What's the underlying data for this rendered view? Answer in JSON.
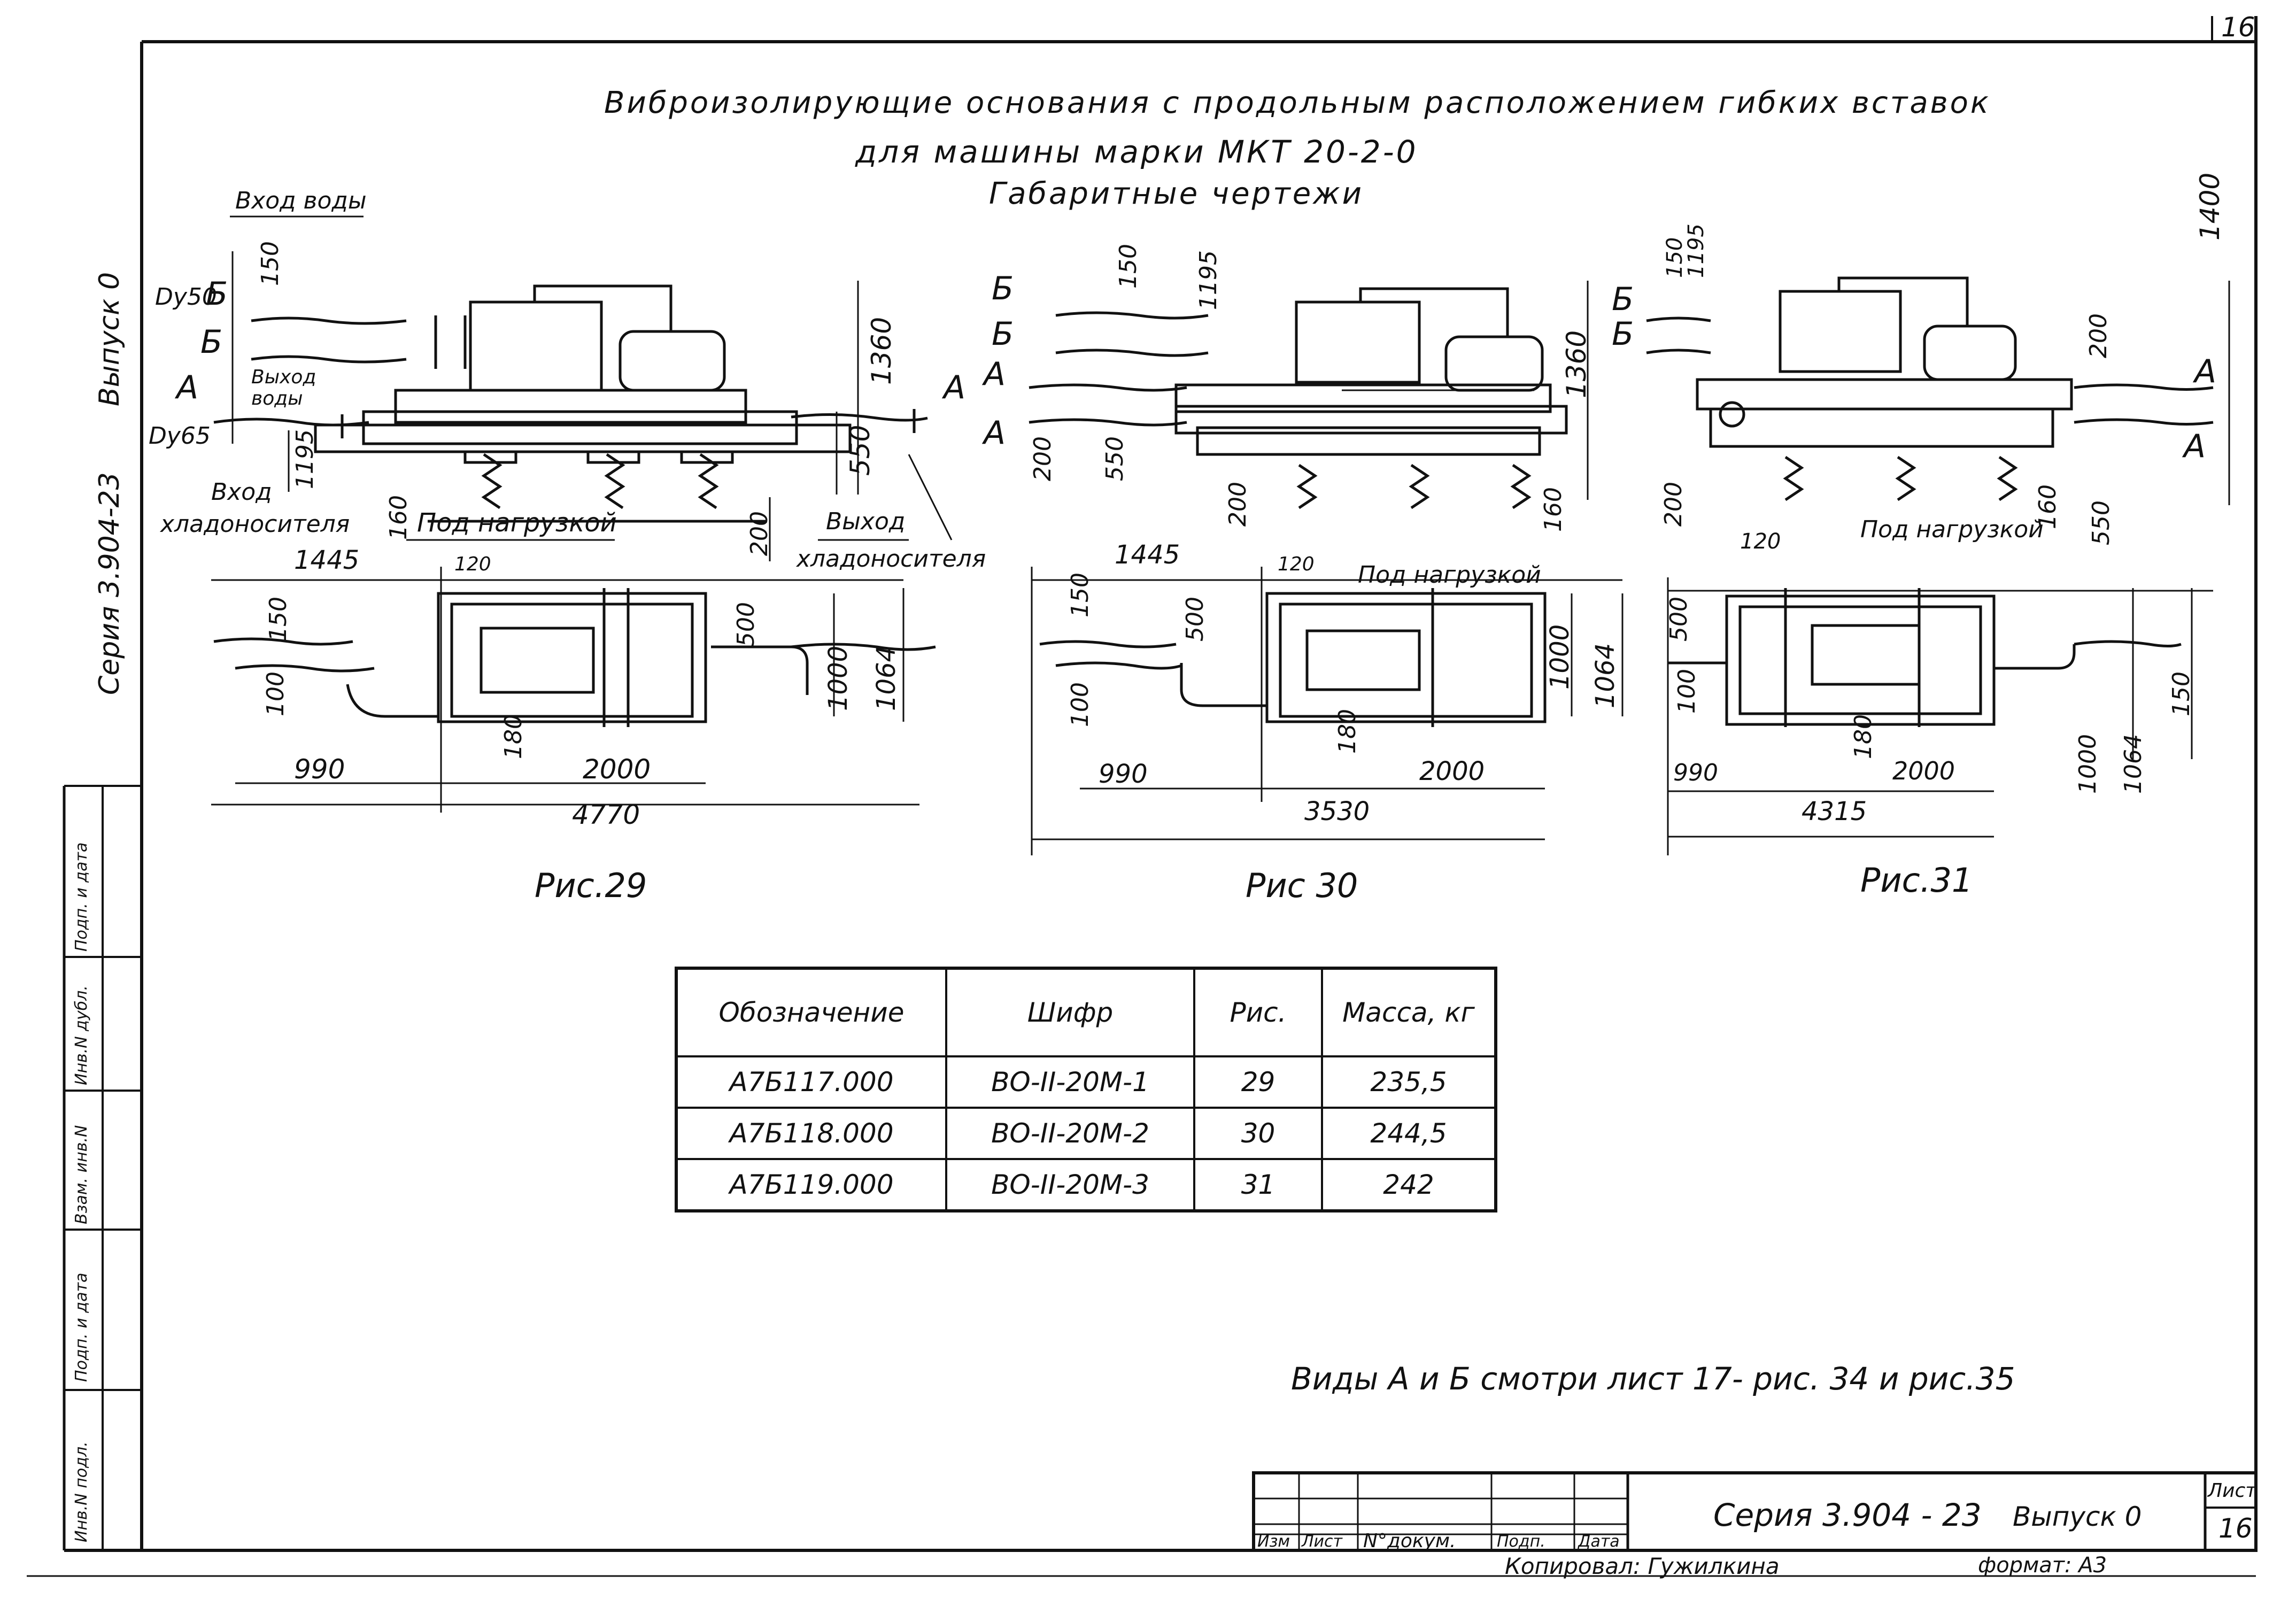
{
  "sheet_corner": "16",
  "title": {
    "line1": "Виброизолирующие основания с продольным расположением гибких вставок",
    "line2": "для машины марки МКТ 20-2-0",
    "line3": "Габаритные чертежи"
  },
  "side_column": {
    "vypusk": "Выпуск 0",
    "seriya": "Серия 3.904-23",
    "stamp_cells": [
      "Инв.N подл.",
      "Подп. и дата",
      "Взам. инв.N",
      "Инв.N дубл.",
      "Подп. и дата"
    ]
  },
  "figures": [
    {
      "caption": "Рис.29",
      "labels": {
        "water_in": "Вход воды",
        "water_out_1": "Выход",
        "water_out_2": "воды",
        "coolant_in_1": "Вход",
        "coolant_in_2": "хладоносителя",
        "coolant_out_1": "Выход",
        "coolant_out_2": "хладоносителя",
        "under_load": "Под нагрузкой",
        "dy50": "Dу50",
        "dy65": "Dу65",
        "b": "Б",
        "a": "А"
      },
      "dims": {
        "d150": "150",
        "d1360": "1360",
        "d550": "550",
        "d1195": "1195",
        "d160": "160",
        "d200": "200",
        "d1445": "1445",
        "d120": "120",
        "d500": "500",
        "d1000": "1000",
        "d1064": "1064",
        "d100": "100",
        "d180": "180",
        "d990": "990",
        "d2000": "2000",
        "d4770": "4770",
        "p150": "150"
      }
    },
    {
      "caption": "Рис 30",
      "labels": {
        "under_load": "Под нагрузкой",
        "b": "Б",
        "a": "А"
      },
      "dims": {
        "d150": "150",
        "d1195": "1195",
        "d1360": "1360",
        "d200": "200",
        "d550": "550",
        "d200b": "200",
        "d160": "160",
        "d1445": "1445",
        "d120": "120",
        "d500": "500",
        "d1000": "1000",
        "d1064": "1064",
        "p150": "150",
        "d100": "100",
        "d180": "180",
        "d990": "990",
        "d2000": "2000",
        "d3530": "3530"
      }
    },
    {
      "caption": "Рис.31",
      "labels": {
        "under_load": "Под нагрузкой",
        "b": "Б",
        "a": "А"
      },
      "dims": {
        "d150": "150",
        "d1195": "1195",
        "d1400": "1400",
        "d200": "200",
        "d200b": "200",
        "d160": "160",
        "d550": "550",
        "d120": "120",
        "d500": "500",
        "d100": "100",
        "d180": "180",
        "d2000": "2000",
        "d990": "990",
        "d4315": "4315",
        "d1000": "1000",
        "d1064": "1064",
        "p150": "150"
      }
    }
  ],
  "spec_table": {
    "headers": [
      "Обозначение",
      "Шифр",
      "Рис.",
      "Масса, кг"
    ],
    "rows": [
      [
        "А7Б117.000",
        "ВО-II-20М-1",
        "29",
        "235,5"
      ],
      [
        "А7Б118.000",
        "ВО-II-20М-2",
        "30",
        "244,5"
      ],
      [
        "А7Б119.000",
        "ВО-II-20М-3",
        "31",
        "242"
      ]
    ]
  },
  "note": "Виды А и Б смотри лист 17- рис. 34 и рис.35",
  "title_block": {
    "seriya": "Серия 3.904 - 23",
    "vypusk": "Выпуск 0",
    "list_label": "Лист",
    "list_no": "16",
    "cols": [
      "Изм",
      "Лист",
      "N°докум.",
      "Подп.",
      "Дата"
    ],
    "copied": "Копировал: Гужилкина",
    "format": "формат: А3"
  }
}
